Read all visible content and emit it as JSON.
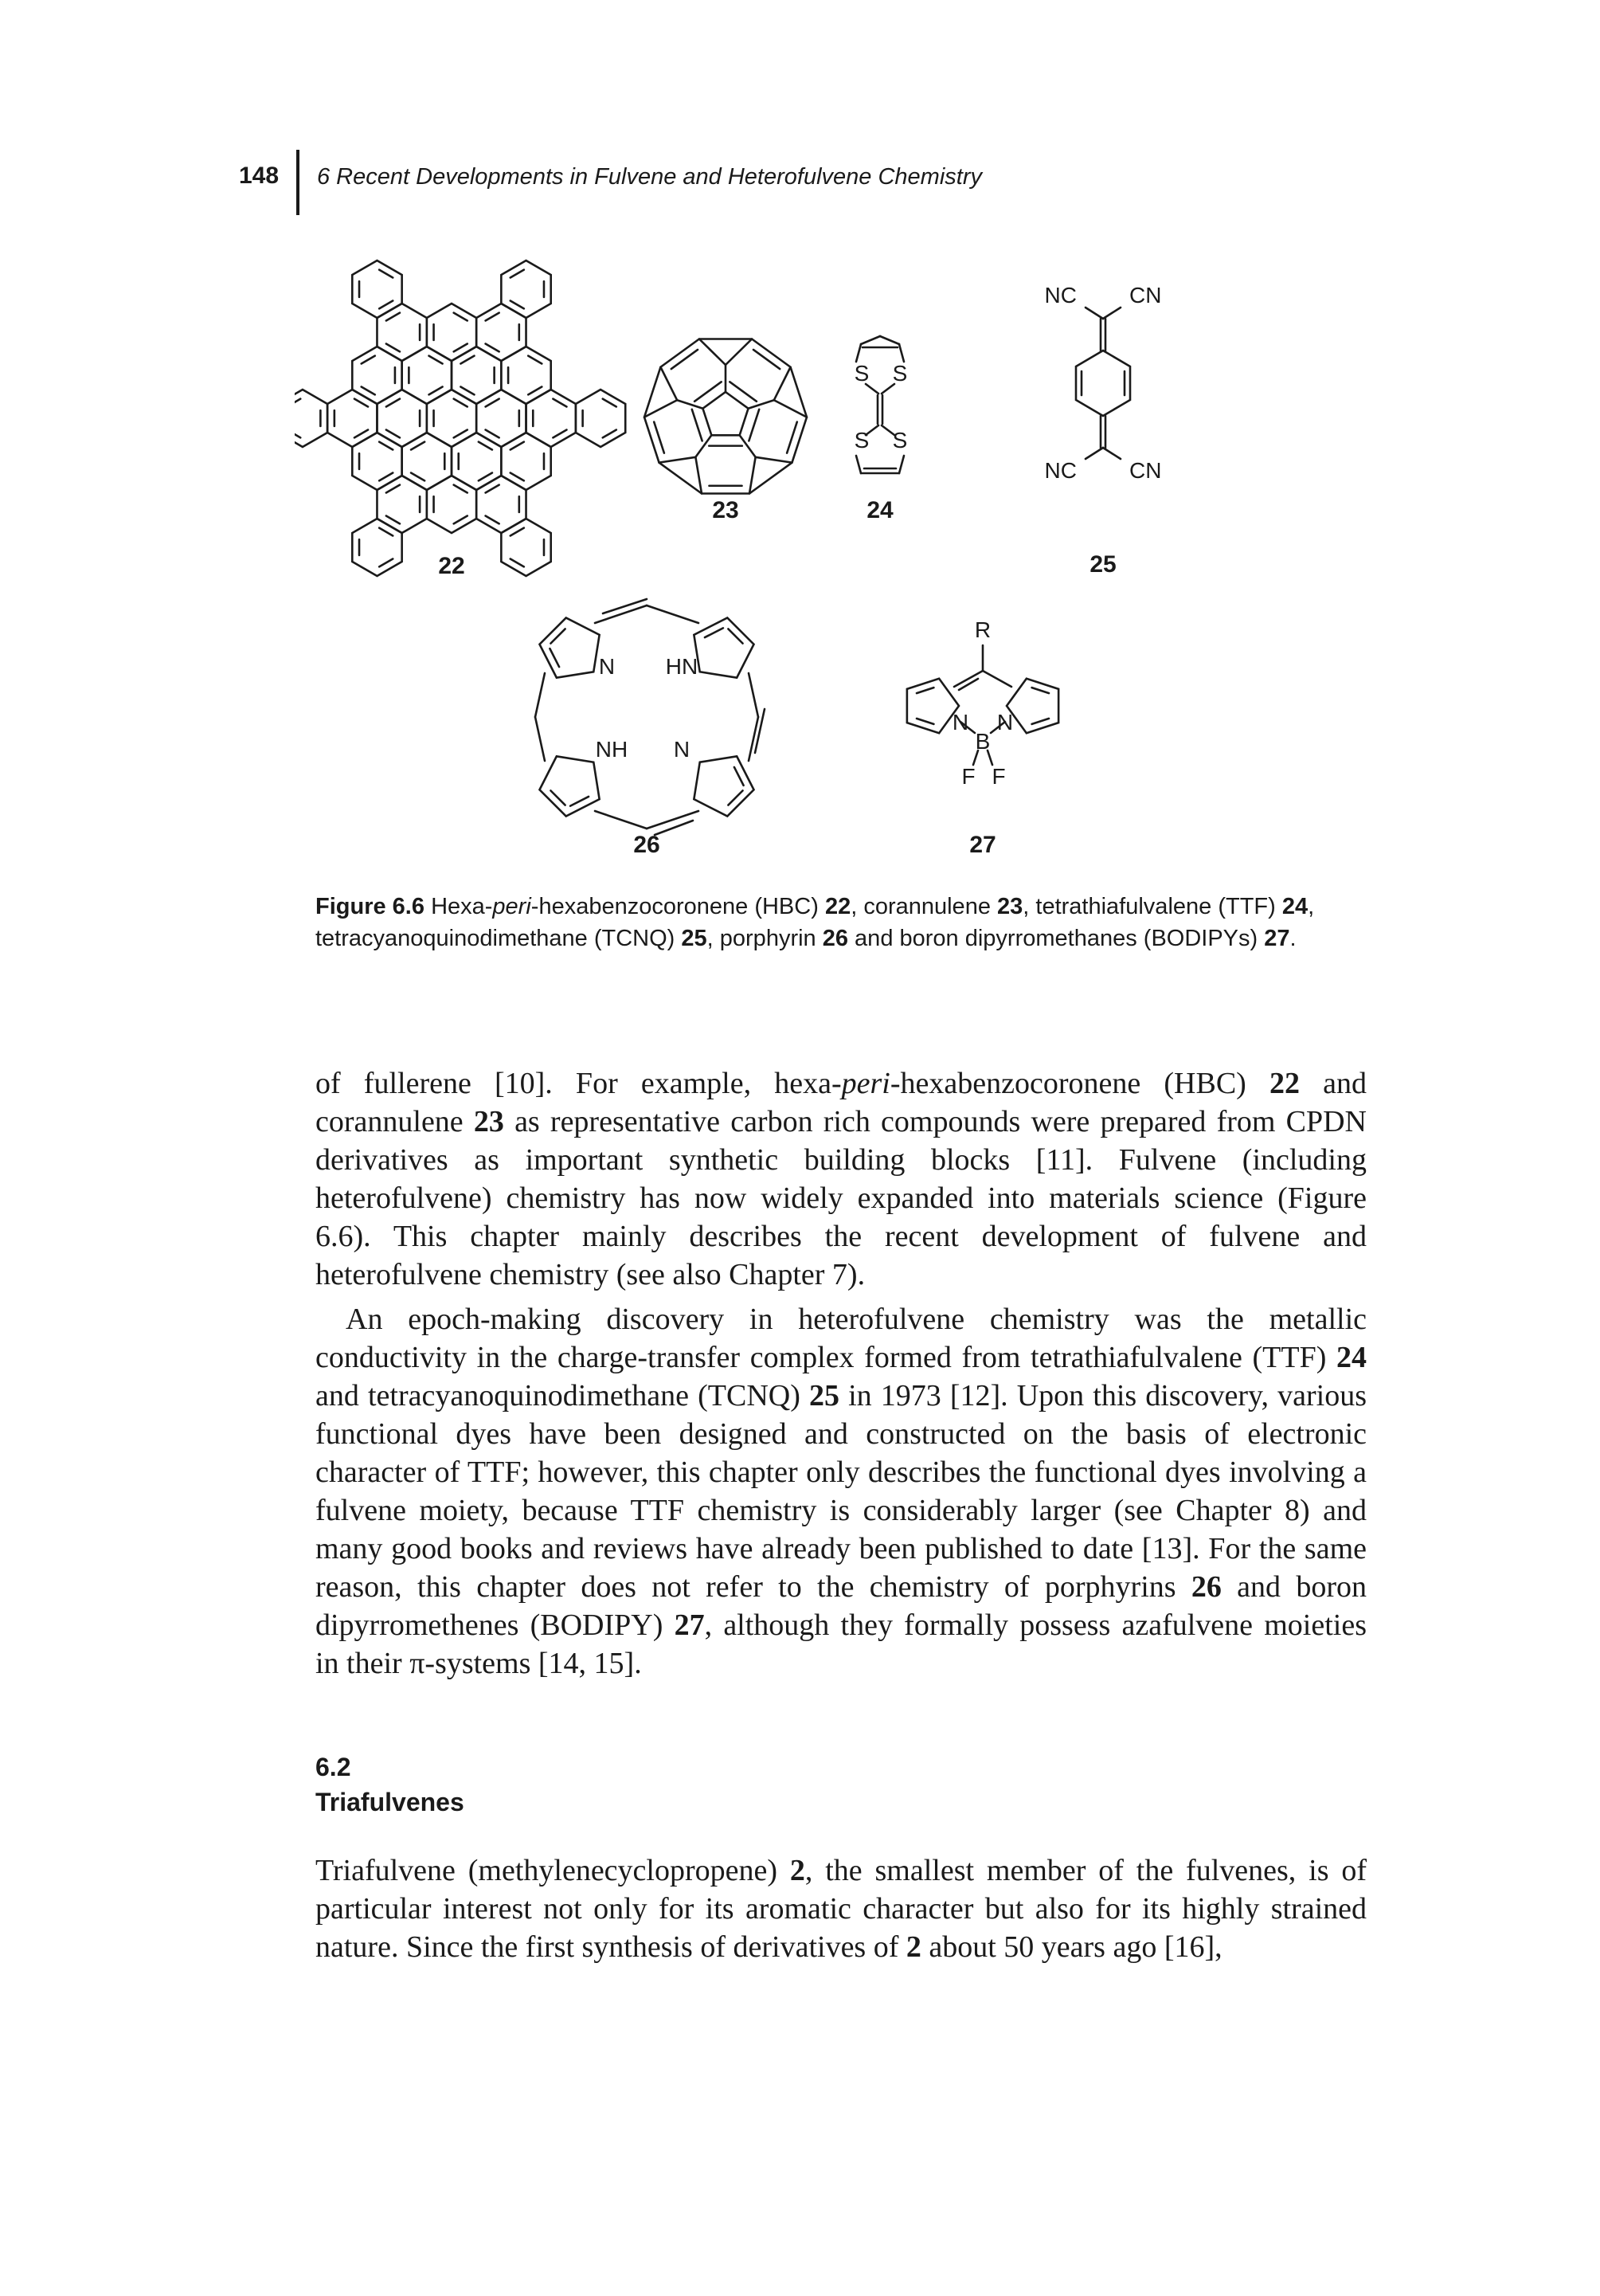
{
  "header": {
    "page_number": "148",
    "running_title": "6 Recent Developments in Fulvene and Heterofulvene Chemistry"
  },
  "figure": {
    "labels": {
      "c22": "22",
      "c23": "23",
      "c24": "24",
      "c25": "25",
      "c26": "26",
      "c27": "27"
    },
    "atoms": {
      "s": "S",
      "nc": "NC",
      "cn": "CN",
      "n": "N",
      "hn": "HN",
      "nh": "NH",
      "r": "R",
      "b": "B",
      "f": "F"
    },
    "caption": {
      "label": "Figure 6.6",
      "segments": [
        {
          "t": "Hexa-",
          "s": "n"
        },
        {
          "t": "peri",
          "s": "i"
        },
        {
          "t": "-hexabenzocoronene (HBC) ",
          "s": "n"
        },
        {
          "t": "22",
          "s": "b"
        },
        {
          "t": ", corannulene ",
          "s": "n"
        },
        {
          "t": "23",
          "s": "b"
        },
        {
          "t": ", tetrathiafulvalene (TTF) ",
          "s": "n"
        },
        {
          "t": "24",
          "s": "b"
        },
        {
          "t": ", tetracyanoquinodimethane (TCNQ) ",
          "s": "n"
        },
        {
          "t": "25",
          "s": "b"
        },
        {
          "t": ", porphyrin ",
          "s": "n"
        },
        {
          "t": "26",
          "s": "b"
        },
        {
          "t": " and boron dipyrromethanes (BODIPYs) ",
          "s": "n"
        },
        {
          "t": "27",
          "s": "b"
        },
        {
          "t": ".",
          "s": "n"
        }
      ]
    }
  },
  "body": {
    "p1": [
      {
        "t": "of fullerene [10]. For example, hexa-",
        "s": "n"
      },
      {
        "t": "peri",
        "s": "i"
      },
      {
        "t": "-hexabenzocoronene (HBC) ",
        "s": "n"
      },
      {
        "t": "22",
        "s": "b"
      },
      {
        "t": " and corannulene ",
        "s": "n"
      },
      {
        "t": "23",
        "s": "b"
      },
      {
        "t": " as representative carbon rich compounds were prepared from CPDN derivatives as important synthetic building blocks [11]. Fulvene (including heterofulvene) chemistry has now widely expanded into materials science (Figure 6.6). This chapter mainly describes the recent development of fulvene and heterofulvene chemistry (see also Chapter 7).",
        "s": "n"
      }
    ],
    "p2": [
      {
        "t": "An epoch-making discovery in heterofulvene chemistry was the metallic conductivity in the charge-transfer complex formed from tetrathiafulvalene (TTF) ",
        "s": "n"
      },
      {
        "t": "24",
        "s": "b"
      },
      {
        "t": " and tetracyanoquinodimethane (TCNQ) ",
        "s": "n"
      },
      {
        "t": "25",
        "s": "b"
      },
      {
        "t": " in 1973 [12]. Upon this discovery, various functional dyes have been designed and constructed on the basis of electronic character of TTF; however, this chapter only describes the functional dyes involving a fulvene moiety, because TTF chemistry is considerably larger (see Chapter 8) and many good books and reviews have already been published to date [13]. For the same reason, this chapter does not refer to the chemistry of porphyrins ",
        "s": "n"
      },
      {
        "t": "26",
        "s": "b"
      },
      {
        "t": " and boron dipyrromethenes (BODIPY) ",
        "s": "n"
      },
      {
        "t": "27",
        "s": "b"
      },
      {
        "t": ", although they formally possess azafulvene moieties in their π-systems [14, 15].",
        "s": "n"
      }
    ],
    "section": {
      "number": "6.2",
      "title": "Triafulvenes"
    },
    "p3": [
      {
        "t": "Triafulvene (methylenecyclopropene) ",
        "s": "n"
      },
      {
        "t": "2",
        "s": "b"
      },
      {
        "t": ", the smallest member of the fulvenes, is of particular interest not only for its aromatic character but also for its highly strained nature. Since the first synthesis of derivatives of ",
        "s": "n"
      },
      {
        "t": "2",
        "s": "b"
      },
      {
        "t": " about 50 years ago [16],",
        "s": "n"
      }
    ]
  }
}
